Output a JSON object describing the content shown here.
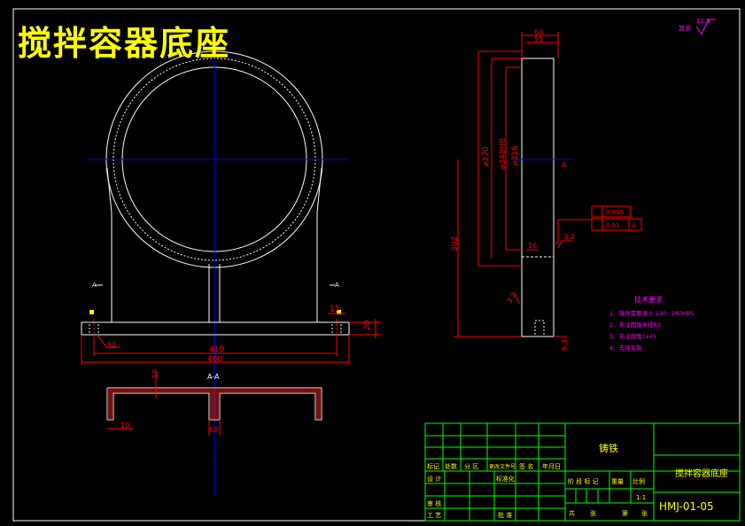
{
  "drawing": {
    "title": "搅拌容器底座",
    "section_label": "A-A",
    "section_mark_left": "A",
    "section_mark_right": "A",
    "roughness_top": "12.5",
    "roughness_top_note": "其余",
    "front_dims": {
      "width_inner": "410",
      "width_outer": "460",
      "flange_height": "20",
      "foot_width": "15",
      "hole_size": "32"
    },
    "section_dims": {
      "web_thickness": "10",
      "left_offset": "10",
      "center": "60"
    },
    "side_dims": {
      "thickness": "60",
      "thickness_inner": "55",
      "dia_outer": "⌀370",
      "dia_mid": "⌀340H8",
      "dia_inner": "⌀316",
      "height": "302",
      "bottom": "6.3",
      "notch": "16",
      "rough_1": "3.2",
      "rough_2": "3.2",
      "datum_mark": "A"
    },
    "tolerances": {
      "row1_value": "0.005",
      "row2_value": "0.01",
      "row2_datum": "A"
    },
    "tech_requirements": {
      "heading": "技术要求",
      "items": [
        "1、铸件需要退火 230~280HBS",
        "2、未注圆角半径R2",
        "3、未注倒角1x45",
        "4、去除毛刺"
      ]
    },
    "title_block": {
      "material": "铸铁",
      "part_name": "搅拌容器底座",
      "drawing_no": "HMJ-01-05",
      "header_row": [
        "标记",
        "处数",
        "分 区",
        "更改文件号",
        "签 名",
        "年月日"
      ],
      "design_label": "设 计",
      "standard_label": "标准化",
      "stage_labels": [
        "阶 段 标 记",
        "重量",
        "比例"
      ],
      "scale_value": "1:1",
      "review_label": "审 核",
      "process_label": "工 艺",
      "approve_label": "批 准",
      "sheet_labels": [
        "共",
        "张",
        "第",
        "张"
      ]
    }
  }
}
